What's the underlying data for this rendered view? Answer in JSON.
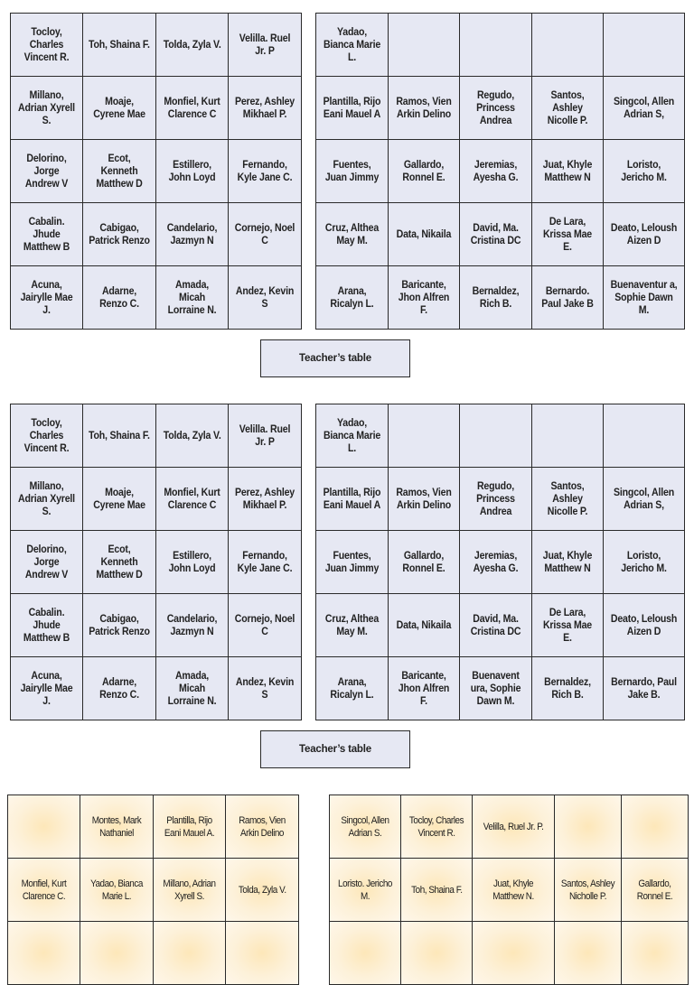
{
  "layout1": {
    "left_block": [
      [
        "Tocloy, Charles Vincent R.",
        "Toh, Shaina F.",
        "Tolda, Zyla V.",
        "Velilla. Ruel Jr. P"
      ],
      [
        "Millano, Adrian Xyrell S.",
        "Moaje, Cyrene Mae",
        "Monfiel, Kurt Clarence C",
        "Perez, Ashley Mikhael P."
      ],
      [
        "Delorino, Jorge Andrew V",
        "Ecot, Kenneth Matthew D",
        "Estillero, John Loyd",
        "Fernando, Kyle Jane C."
      ],
      [
        "Cabalin. Jhude Matthew B",
        "Cabigao, Patrick Renzo",
        "Candelario, Jazmyn N",
        "Cornejo, Noel C"
      ],
      [
        "Acuna, Jairylle Mae J.",
        "Adarne, Renzo C.",
        "Amada, Micah Lorraine N.",
        "Andez, Kevin S"
      ]
    ],
    "right_block": [
      [
        "Yadao, Bianca Marie L.",
        "",
        "",
        "",
        ""
      ],
      [
        "Plantilla, Rijo Eani Mauel A",
        "Ramos, Vien Arkin Delino",
        "Regudo, Princess Andrea",
        "Santos, Ashley Nicolle P.",
        "Singcol, Allen Adrian S,"
      ],
      [
        "Fuentes, Juan Jimmy",
        "Gallardo, Ronnel E.",
        "Jeremias, Ayesha G.",
        "Juat, Khyle Matthew N",
        "Loristo, Jericho M."
      ],
      [
        "Cruz, Althea May M.",
        "Data, Nikaila",
        "David, Ma. Cristina DC",
        "De Lara, Krissa Mae E.",
        "Deato, Leloush Aizen D"
      ],
      [
        "Arana, Ricalyn L.",
        "Baricante, Jhon Alfren F.",
        "Bernaldez, Rich B.",
        "Bernardo. Paul Jake B",
        "Buenaventur a, Sophie Dawn M."
      ]
    ],
    "teacher_label": "Teacher’s table"
  },
  "layout2": {
    "left_block": [
      [
        "Tocloy, Charles Vincent R.",
        "Toh, Shaina F.",
        "Tolda, Zyla V.",
        "Velilla. Ruel Jr. P"
      ],
      [
        "Millano, Adrian Xyrell S.",
        "Moaje, Cyrene Mae",
        "Monfiel, Kurt Clarence C",
        "Perez, Ashley Mikhael P."
      ],
      [
        "Delorino, Jorge Andrew V",
        "Ecot, Kenneth Matthew D",
        "Estillero, John Loyd",
        "Fernando, Kyle Jane C."
      ],
      [
        "Cabalin. Jhude Matthew B",
        "Cabigao, Patrick Renzo",
        "Candelario, Jazmyn N",
        "Cornejo, Noel C"
      ],
      [
        "Acuna, Jairylle Mae J.",
        "Adarne, Renzo C.",
        "Amada, Micah Lorraine N.",
        "Andez, Kevin S"
      ]
    ],
    "right_block": [
      [
        "Yadao, Bianca Marie L.",
        "",
        "",
        "",
        ""
      ],
      [
        "Plantilla, Rijo Eani Mauel A",
        "Ramos, Vien Arkin Delino",
        "Regudo, Princess Andrea",
        "Santos, Ashley Nicolle P.",
        "Singcol, Allen Adrian S,"
      ],
      [
        "Fuentes, Juan Jimmy",
        "Gallardo, Ronnel E.",
        "Jeremias, Ayesha G.",
        "Juat, Khyle Matthew N",
        "Loristo, Jericho M."
      ],
      [
        "Cruz, Althea May M.",
        "Data, Nikaila",
        "David, Ma. Cristina DC",
        "De Lara, Krissa Mae E.",
        "Deato, Leloush Aizen D"
      ],
      [
        "Arana, Ricalyn L.",
        "Baricante, Jhon Alfren F.",
        "Buenavent ura, Sophie Dawn M.",
        "Bernaldez, Rich B.",
        "Bernardo, Paul Jake B."
      ]
    ],
    "teacher_label": "Teacher’s table"
  },
  "layout3": {
    "left_block": [
      [
        "",
        "Montes, Mark Nathaniel",
        "Plantilla, Rijo Eani Mauel A.",
        "Ramos, Vien Arkin Delino"
      ],
      [
        "Monfiel, Kurt Clarence C.",
        "Yadao, Bianca Marie L.",
        "Millano, Adrian Xyrell S.",
        "Tolda, Zyla V."
      ]
    ],
    "right_block": [
      [
        "Singcol, Allen Adrian S.",
        "Tocloy, Charles Vincent R.",
        "Velilla, Ruel Jr. P.",
        "",
        ""
      ],
      [
        "Loristo. Jericho M.",
        "Toh, Shaina F.",
        "Juat, Khyle Matthew N.",
        "Santos, Ashley Nicholle P.",
        "Gallardo, Ronnel E."
      ]
    ]
  }
}
